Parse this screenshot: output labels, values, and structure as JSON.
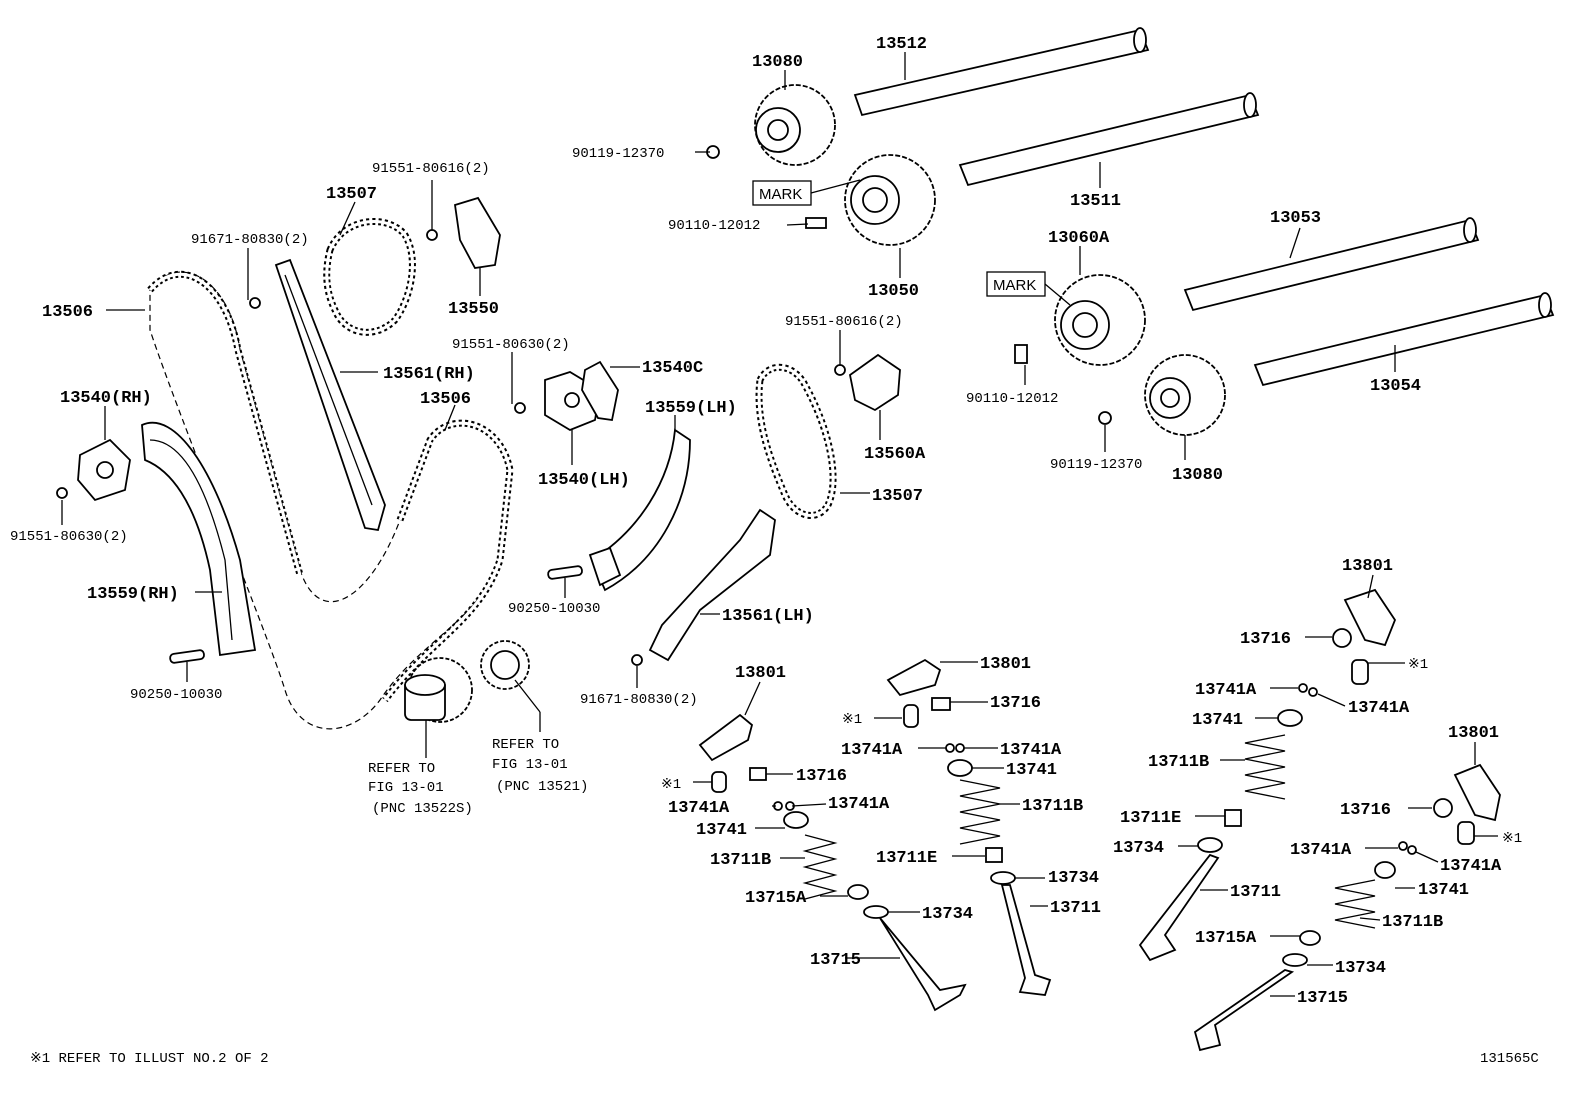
{
  "labels": {
    "p13080_top": "13080",
    "p13512": "13512",
    "p90119_top": "90119-12370",
    "mark_top": "MARK",
    "p90110_top": "90110-12012",
    "p13511": "13511",
    "p13050": "13050",
    "p91551_80616_a": "91551-80616(2)",
    "p13507_a": "13507",
    "p91671_80830_a": "91671-80830(2)",
    "p13550": "13550",
    "p13506_a": "13506",
    "p13561_rh": "13561(RH)",
    "p91551_80630_a": "91551-80630(2)",
    "p13540c": "13540C",
    "p13506_b": "13506",
    "p13540_rh": "13540(RH)",
    "p13559_lh": "13559(LH)",
    "p13540_lh": "13540(LH)",
    "p91551_80630_b": "91551-80630(2)",
    "p13559_rh": "13559(RH)",
    "p90250_a": "90250-10030",
    "p90250_b": "90250-10030",
    "p13561_lh": "13561(LH)",
    "p91671_80830_b": "91671-80830(2)",
    "refer1_line1": "REFER TO",
    "refer1_line2": "FIG 13-01",
    "refer1_line3": "(PNC 13522S)",
    "refer2_line1": "REFER TO",
    "refer2_line2": "FIG 13-01",
    "refer2_line3": "(PNC 13521)",
    "p13053": "13053",
    "p13060a": "13060A",
    "mark_right": "MARK",
    "p91551_80616_b": "91551-80616(2)",
    "p90110_right": "90110-12012",
    "p13054": "13054",
    "p13560a": "13560A",
    "p13507_b": "13507",
    "p90119_right": "90119-12370",
    "p13080_right": "13080",
    "v1_13801": "13801",
    "v1_x1": "※1",
    "v1_13716": "13716",
    "v1_13741a_l": "13741A",
    "v1_13741a_r": "13741A",
    "v1_13741": "13741",
    "v1_13711b": "13711B",
    "v1_13715a": "13715A",
    "v1_13734": "13734",
    "v1_13715": "13715",
    "v2_13801": "13801",
    "v2_x1": "※1",
    "v2_13716": "13716",
    "v2_13741a_l": "13741A",
    "v2_13741a_r": "13741A",
    "v2_13741": "13741",
    "v2_13711b": "13711B",
    "v2_13711e": "13711E",
    "v2_13734": "13734",
    "v2_13711": "13711",
    "v3_13801": "13801",
    "v3_13716": "13716",
    "v3_x1": "※1",
    "v3_13741a_l": "13741A",
    "v3_13741a_r": "13741A",
    "v3_13741": "13741",
    "v3_13711b": "13711B",
    "v3_13711e": "13711E",
    "v3_13734": "13734",
    "v3_13711": "13711",
    "v4_13801": "13801",
    "v4_13716": "13716",
    "v4_x1": "※1",
    "v4_13741a_l": "13741A",
    "v4_13741a_r": "13741A",
    "v4_13741": "13741",
    "v4_13711b": "13711B",
    "v4_13715a": "13715A",
    "v4_13734": "13734",
    "v4_13715": "13715"
  },
  "footnote": "※1 REFER TO ILLUST NO.2 OF 2",
  "figure_id": "131565C"
}
